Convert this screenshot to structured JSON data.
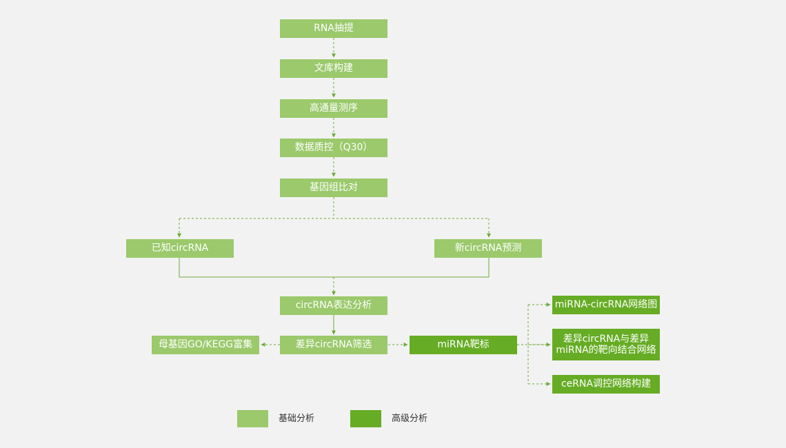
{
  "colors": {
    "basic": "#9bc96b",
    "advanced": "#66ac24",
    "connector": "#6aaa35",
    "background": "#f2f2f2"
  },
  "nodes": {
    "rna_extraction": "RNA抽提",
    "library_construction": "文库构建",
    "sequencing": "高通量测序",
    "qc": "数据质控（Q30）",
    "alignment": "基因组比对",
    "known_circrna": "已知circRNA",
    "novel_circrna": "新circRNA预测",
    "expression": "circRNA表达分析",
    "differential": "差异circRNA筛选",
    "go_kegg": "母基因GO/KEGG富集",
    "mirna_target": "miRNA靶标",
    "mirna_network": "miRNA-circRNA网络图",
    "diff_target_network_line1": "差异circRNA与差异",
    "diff_target_network_line2": "miRNA的靶向结合网络",
    "cerna_network": "ceRNA调控网络构建"
  },
  "legend": {
    "basic_label": "基础分析",
    "advanced_label": "高级分析"
  }
}
